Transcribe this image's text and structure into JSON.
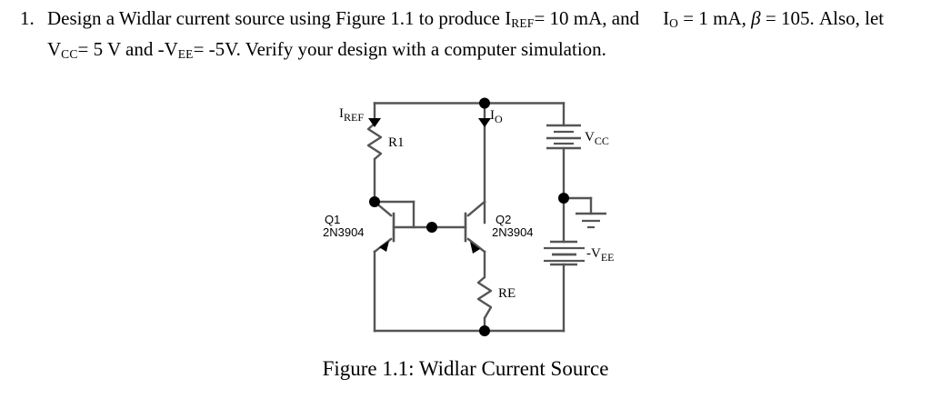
{
  "problem": {
    "number": "1.",
    "line1_a": "Design a Widlar current source using Figure 1.1 to produce I",
    "line1_sub1": "REF",
    "line1_b": "= 10 mA, and",
    "line1_c": "I",
    "line1_sub2": "O",
    "line2_a": "= 1 mA,",
    "line2_beta": "β",
    "line2_b": "= 105. Also, let V",
    "line2_sub1": "CC",
    "line2_c": "= 5 V and -V",
    "line2_sub2": "EE",
    "line2_d": "= -5V.  Verify your design with a",
    "line3": "computer simulation."
  },
  "figure": {
    "caption": "Figure 1.1: Widlar Current Source",
    "labels": {
      "iref": "I",
      "iref_sub": "REF",
      "io": "I",
      "io_sub": "O",
      "r1": "R1",
      "re": "RE",
      "q1_name": "Q1",
      "q1_part": "2N3904",
      "q2_name": "Q2",
      "q2_part": "2N3904",
      "vcc": "V",
      "vcc_sub": "CC",
      "vee": "-V",
      "vee_sub": "EE"
    },
    "colors": {
      "wire": "#555555",
      "node": "#000000",
      "device": "#000000",
      "text": "#000000"
    }
  }
}
